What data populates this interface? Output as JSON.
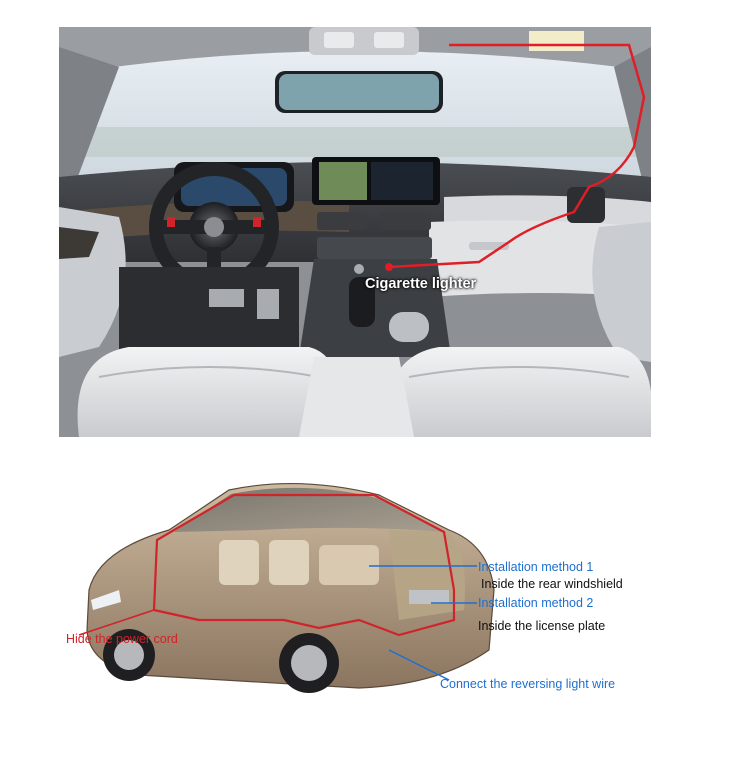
{
  "interior_panel": {
    "label_cigarette": "Cigarette lighter",
    "accent": "#e01e27"
  },
  "exterior_panel": {
    "label_method1": "Installation method 1",
    "label_rear_windshield": "Inside the rear windshield",
    "label_method2": "Installation method 2",
    "label_license_plate": "Inside the license plate",
    "label_hide_cord": "Hide the power cord",
    "label_reversing": "Connect the reversing light wire",
    "colors": {
      "blue": "#1f6fd0",
      "red": "#d0232a"
    }
  }
}
